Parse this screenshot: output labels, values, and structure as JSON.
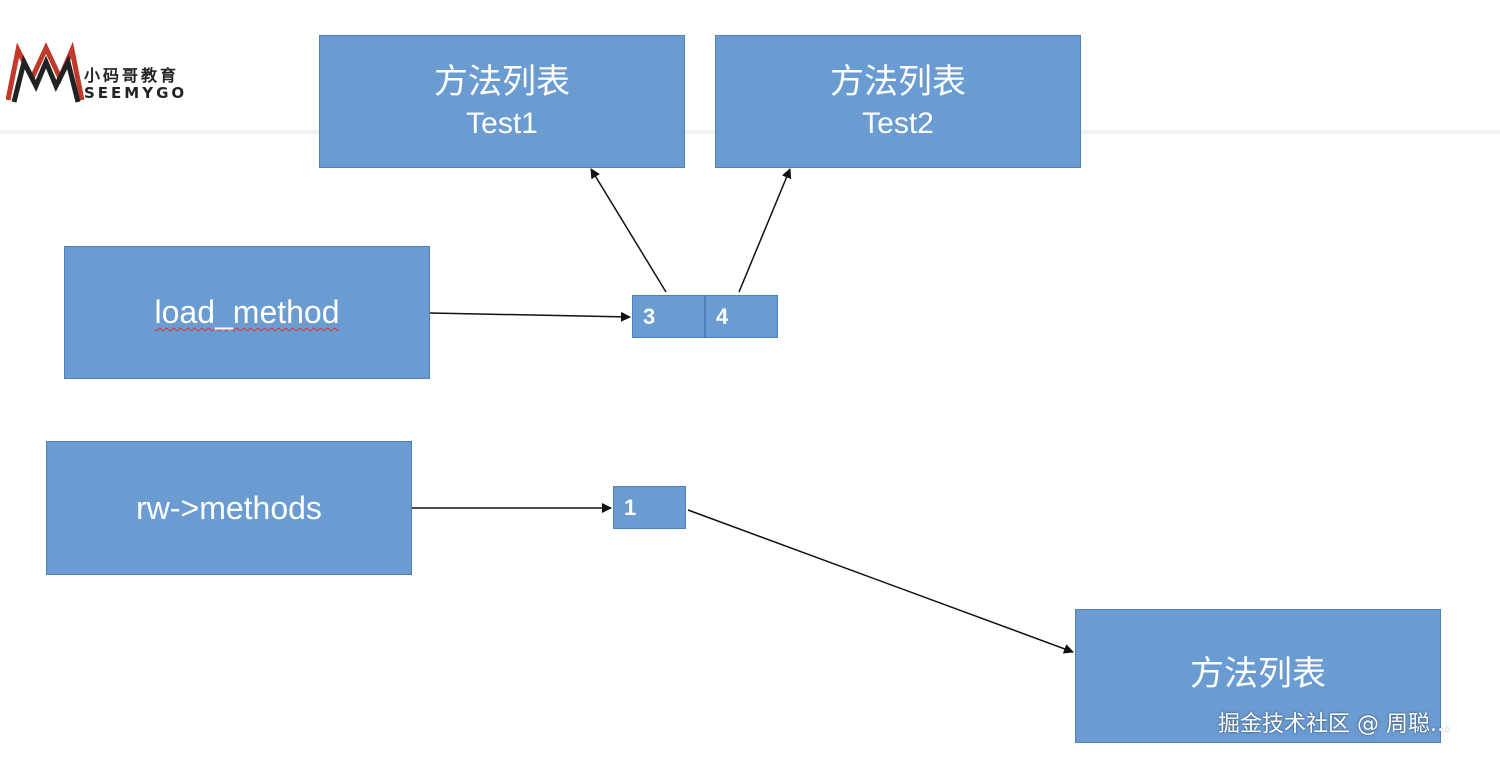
{
  "logo": {
    "cn_text": "小码哥教育",
    "en_text": "SEEMYGO",
    "color_red": "#c0392b",
    "color_dark": "#222222"
  },
  "boxes": {
    "method_list_test1": {
      "title": "方法列表",
      "subtitle": "Test1"
    },
    "method_list_test2": {
      "title": "方法列表",
      "subtitle": "Test2"
    },
    "load_method": {
      "label": "load_method"
    },
    "rw_methods": {
      "label": "rw->methods"
    },
    "method_list_bottom": {
      "title": "方法列表"
    }
  },
  "cells": {
    "cell_3": "3",
    "cell_4": "4",
    "cell_1": "1"
  },
  "watermark": "掘金技术社区 @ 周聪...",
  "colors": {
    "box_fill": "#6a9bd1",
    "box_border": "#4f7fb5",
    "arrow": "#111111"
  }
}
